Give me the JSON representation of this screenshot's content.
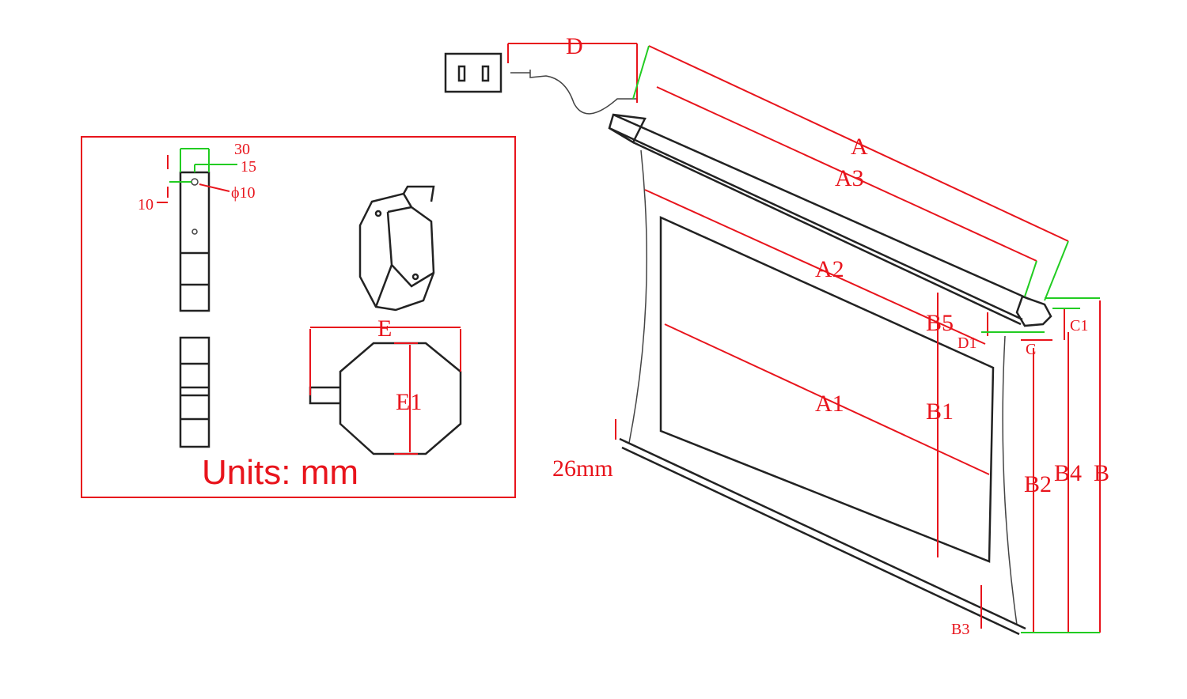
{
  "units_note": "Units: mm",
  "bracket_dims": {
    "width": "30",
    "offset": "15",
    "top": "10",
    "hole": "ϕ10"
  },
  "octagon_dims": {
    "width": "E",
    "height": "E1"
  },
  "screen_dims": {
    "A": "A",
    "A1": "A1",
    "A2": "A2",
    "A3": "A3",
    "B": "B",
    "B1": "B1",
    "B2": "B2",
    "B3": "B3",
    "B4": "B4",
    "B5": "B5",
    "C": "C",
    "C1": "C1",
    "D": "D",
    "D1": "D1",
    "bar": "26mm"
  },
  "colors": {
    "dimension": "#e8141c",
    "extension": "#22cc22",
    "outline": "#222222"
  }
}
